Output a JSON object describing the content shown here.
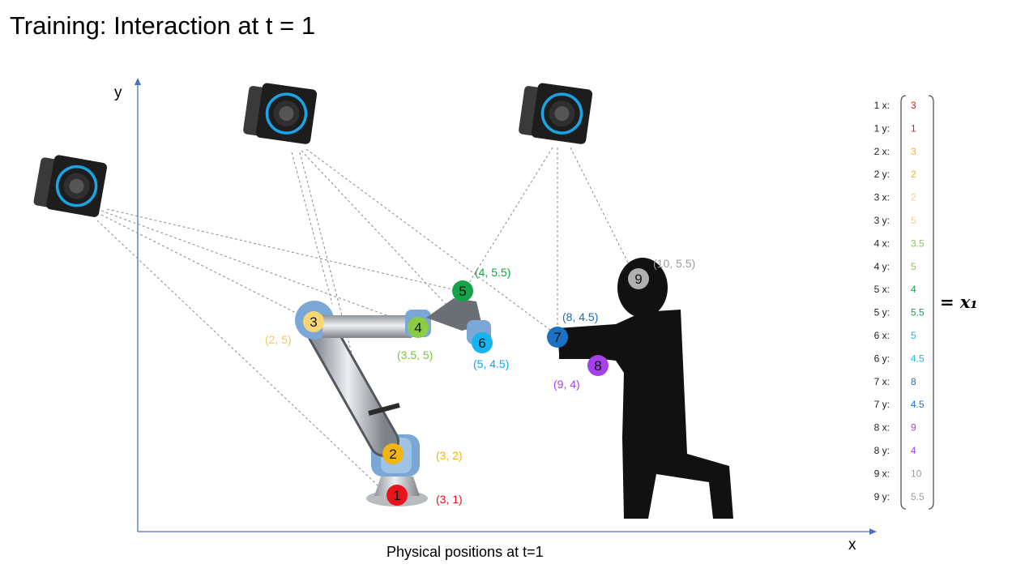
{
  "title": "Training: Interaction at t = 1",
  "caption": "Physical positions at t=1",
  "axes": {
    "x": "x",
    "y": "y"
  },
  "result_label": "= x₁",
  "points": [
    {
      "id": "1",
      "coord": "(3, 1)",
      "color": "#e8141b",
      "label_color": "#e8141b"
    },
    {
      "id": "2",
      "coord": "(3, 2)",
      "color": "#f2b50f",
      "label_color": "#f2b50f"
    },
    {
      "id": "3",
      "coord": "(2, 5)",
      "color": "#f7d774",
      "label_color": "#f2c95a"
    },
    {
      "id": "4",
      "coord": "(3.5, 5)",
      "color": "#8bcc45",
      "label_color": "#7cc43c"
    },
    {
      "id": "5",
      "coord": "(4, 5.5)",
      "color": "#15a34a",
      "label_color": "#15a34a"
    },
    {
      "id": "6",
      "coord": "(5, 4.5)",
      "color": "#16b4f0",
      "label_color": "#16a6e6"
    },
    {
      "id": "7",
      "coord": "(8, 4.5)",
      "color": "#1b72c4",
      "label_color": "#1b6bb8"
    },
    {
      "id": "8",
      "coord": "(9, 4)",
      "color": "#a640e8",
      "label_color": "#a640e8"
    },
    {
      "id": "9",
      "coord": "(10, 5.5)",
      "color": "#b0b0b0",
      "label_color": "#9c9c9c"
    }
  ],
  "vector": [
    {
      "label": "1 x:",
      "value": "3",
      "color": "#e8141b"
    },
    {
      "label": "1 y:",
      "value": "1",
      "color": "#e8141b"
    },
    {
      "label": "2 x:",
      "value": "3",
      "color": "#f2b50f"
    },
    {
      "label": "2 y:",
      "value": "2",
      "color": "#f2b50f"
    },
    {
      "label": "3 x:",
      "value": "2",
      "color": "#f5d27a"
    },
    {
      "label": "3 y:",
      "value": "5",
      "color": "#f5d27a"
    },
    {
      "label": "4 x:",
      "value": "3.5",
      "color": "#8bcc45"
    },
    {
      "label": "4 y:",
      "value": "5",
      "color": "#8bcc45"
    },
    {
      "label": "5 x:",
      "value": "4",
      "color": "#15a34a"
    },
    {
      "label": "5 y:",
      "value": "5.5",
      "color": "#15a34a"
    },
    {
      "label": "6 x:",
      "value": "5",
      "color": "#16b4f0"
    },
    {
      "label": "6 y:",
      "value": "4.5",
      "color": "#16b4f0"
    },
    {
      "label": "7 x:",
      "value": "8",
      "color": "#1b72c4"
    },
    {
      "label": "7 y:",
      "value": "4.5",
      "color": "#1b72c4"
    },
    {
      "label": "8 x:",
      "value": "9",
      "color": "#a640e8"
    },
    {
      "label": "8 y:",
      "value": "4",
      "color": "#a640e8"
    },
    {
      "label": "9 x:",
      "value": "10",
      "color": "#9c9c9c"
    },
    {
      "label": "9 y:",
      "value": "5.5",
      "color": "#9c9c9c"
    }
  ]
}
